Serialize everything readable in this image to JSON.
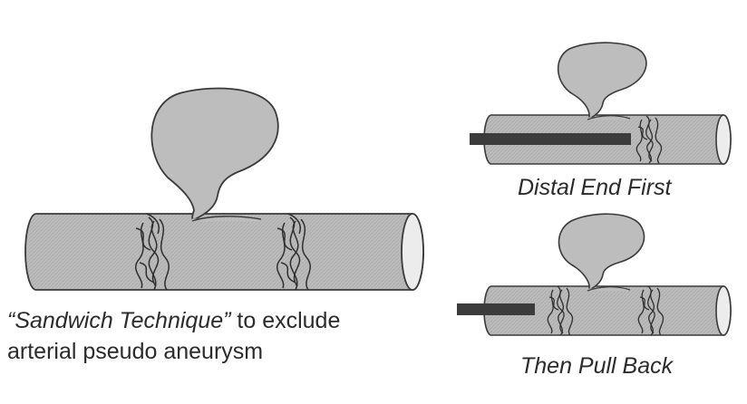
{
  "captions": {
    "main_quote": "“Sandwich Technique”",
    "main_rest": " to exclude",
    "main_line2": "arterial pseudo aneurysm",
    "distal": "Distal End First",
    "pull_back": "Then Pull Back"
  },
  "colors": {
    "vessel_fill": "#bdbdbd",
    "outline": "#3a3a3a",
    "catheter": "#3c3c3c",
    "end_cap": "#ececec"
  }
}
